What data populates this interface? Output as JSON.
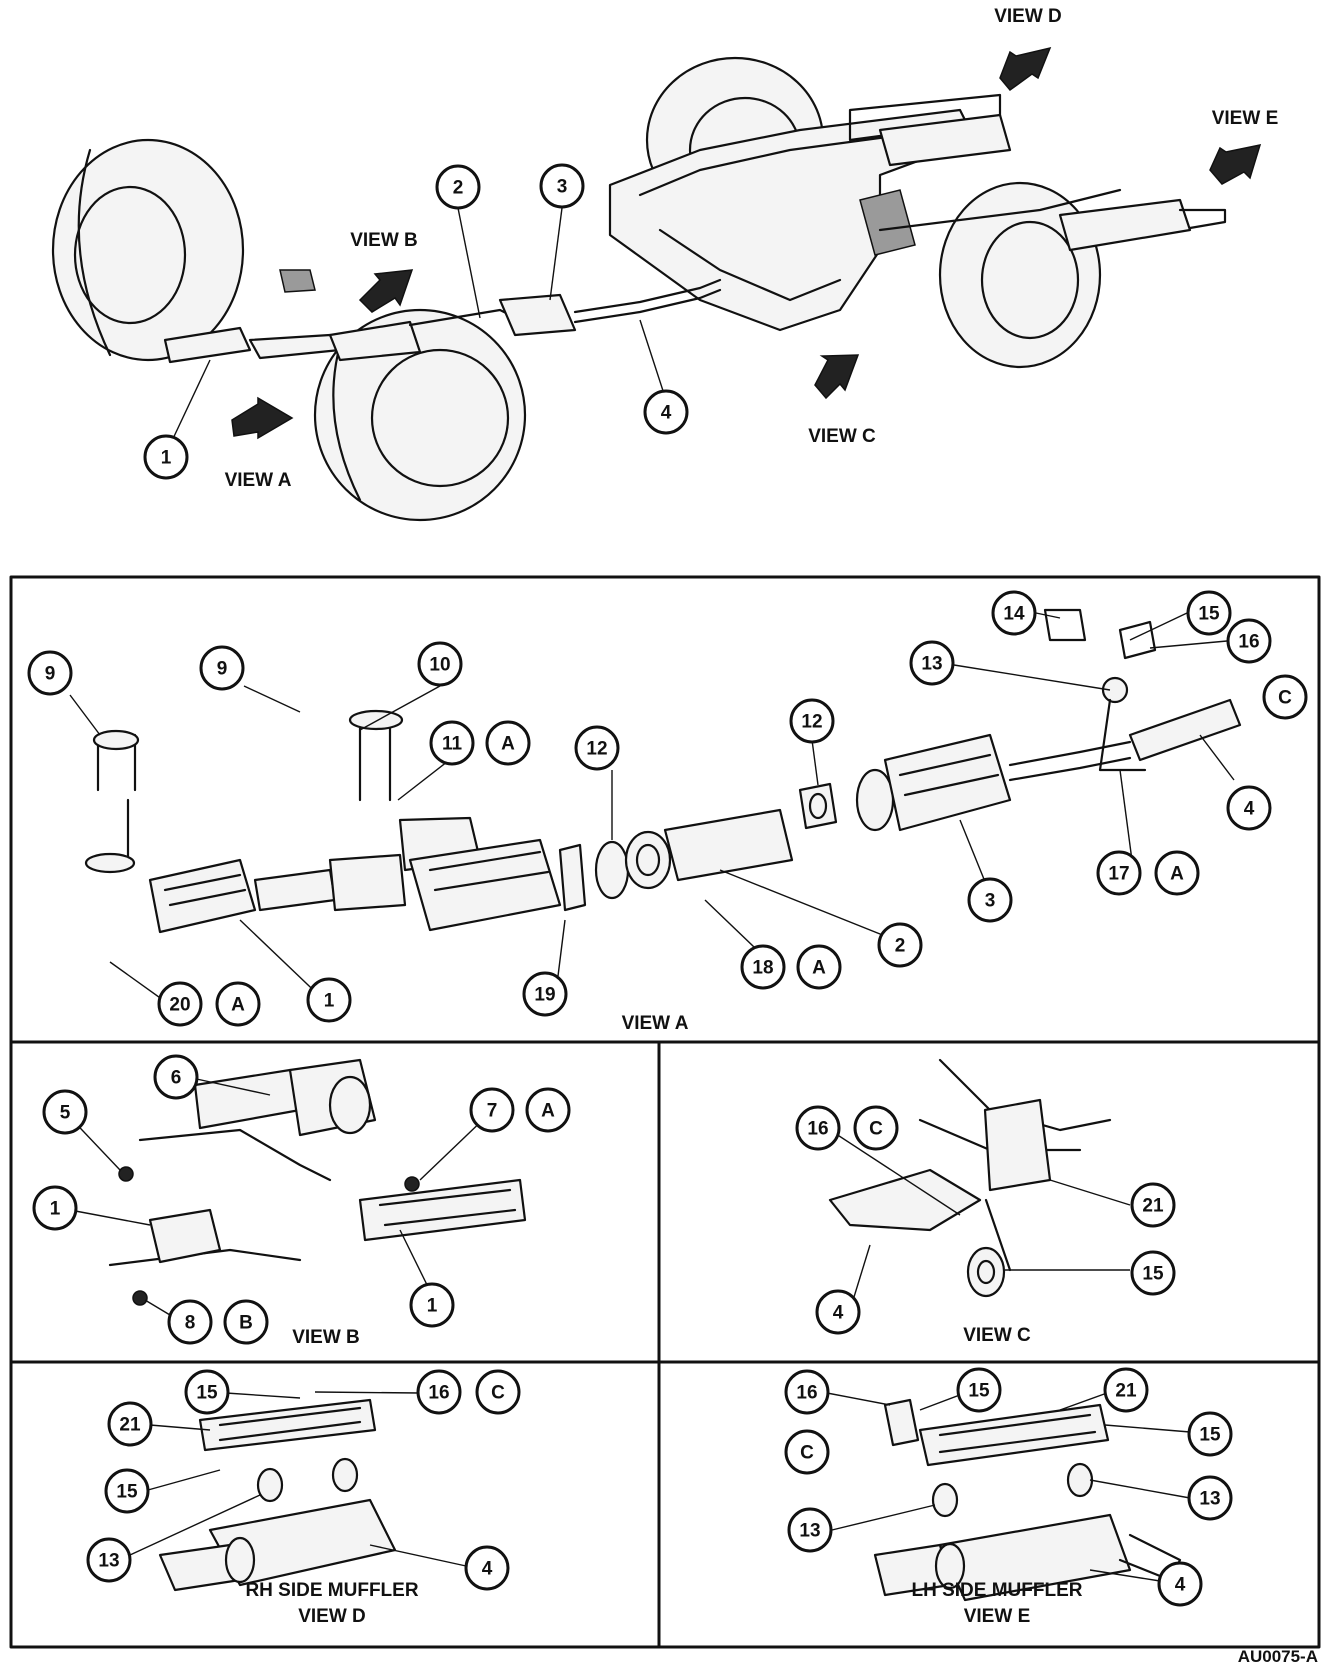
{
  "overview": {
    "view_labels": {
      "a": "VIEW A",
      "b": "VIEW B",
      "c": "VIEW C",
      "d": "VIEW D",
      "e": "VIEW E"
    },
    "callouts": {
      "c1": "1",
      "c2": "2",
      "c3": "3",
      "c4": "4"
    }
  },
  "view_a": {
    "title": "VIEW A",
    "callouts": {
      "n9a": "9",
      "n9b": "9",
      "n10": "10",
      "n11": "11",
      "l11": "A",
      "n12a": "12",
      "n12b": "12",
      "n13": "13",
      "n14": "14",
      "n15": "15",
      "n16": "16",
      "lC": "C",
      "n4": "4",
      "n17": "17",
      "l17": "A",
      "n3": "3",
      "n2": "2",
      "n18": "18",
      "l18": "A",
      "n19": "19",
      "n20": "20",
      "l20": "A",
      "n1": "1"
    }
  },
  "view_b": {
    "title": "VIEW B",
    "callouts": {
      "n5": "5",
      "n6": "6",
      "n7": "7",
      "l7": "A",
      "n1a": "1",
      "n1b": "1",
      "n8": "8",
      "l8": "B"
    }
  },
  "view_c": {
    "title": "VIEW C",
    "callouts": {
      "n16": "16",
      "lC": "C",
      "n21": "21",
      "n15": "15",
      "n4": "4"
    }
  },
  "view_d": {
    "title_line1": "RH SIDE MUFFLER",
    "title_line2": "VIEW D",
    "callouts": {
      "n15a": "15",
      "n16": "16",
      "lC": "C",
      "n21": "21",
      "n15b": "15",
      "n13": "13",
      "n4": "4"
    }
  },
  "view_e": {
    "title_line1": "LH SIDE MUFFLER",
    "title_line2": "VIEW E",
    "callouts": {
      "n16": "16",
      "n15": "15",
      "n21": "21",
      "lC": "C",
      "n15b": "15",
      "n13a": "13",
      "n13b": "13",
      "n4": "4"
    }
  },
  "figure_ref": "AU0075-A"
}
